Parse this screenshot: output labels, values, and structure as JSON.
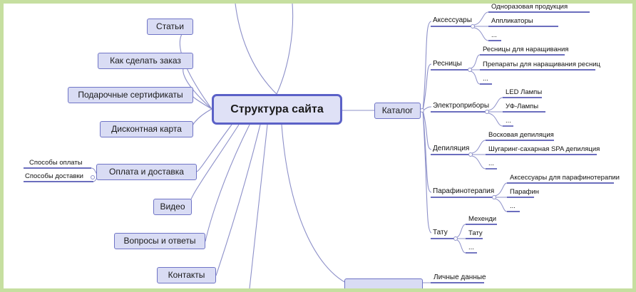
{
  "diagram": {
    "root": "Структура сайта",
    "left": {
      "articles": "Статьи",
      "how_to_order": "Как сделать заказ",
      "gift_cards": "Подарочные сертификаты",
      "discount_card": "Дисконтная карта",
      "payment_delivery": "Оплата и доставка",
      "payment_methods": "Способы оплаты",
      "delivery_methods": "Способы доставки",
      "video": "Видео",
      "faq": "Вопросы и ответы",
      "contacts": "Контакты"
    },
    "catalog": {
      "label": "Каталог",
      "groups": [
        {
          "name": "Аксессуары",
          "items": [
            "Одноразовая продукция",
            "Аппликаторы",
            "..."
          ]
        },
        {
          "name": "Ресницы",
          "items": [
            "Ресницы для наращивания",
            "Препараты для наращивания ресниц",
            "..."
          ]
        },
        {
          "name": "Электроприборы",
          "items": [
            "LED Лампы",
            "УФ-Лампы",
            "..."
          ]
        },
        {
          "name": "Депиляция",
          "items": [
            "Восковая депиляция",
            "Шугаринг-сахарная SPA депиляция",
            "..."
          ]
        },
        {
          "name": "Парафинотерапия",
          "items": [
            "Аксессуары для парафинотерапии",
            "Парафин",
            "..."
          ]
        },
        {
          "name": "Тату",
          "items": [
            "Мехенди",
            "Тату",
            "..."
          ]
        }
      ]
    },
    "account": {
      "item": "Личные данные"
    }
  },
  "colors": {
    "background": "#c6dfa0",
    "node_fill": "#d9dcf4",
    "node_border": "#6f74c6",
    "line": "#8d90c9",
    "underline": "#3a3fa8"
  }
}
